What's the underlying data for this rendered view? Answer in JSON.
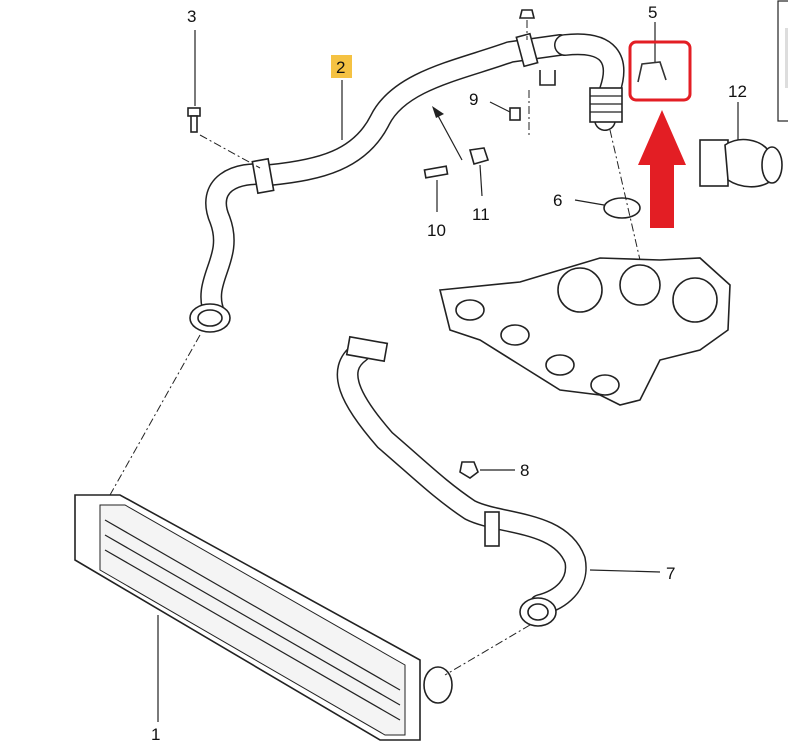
{
  "diagram": {
    "callouts": [
      "1",
      "2",
      "3",
      "5",
      "6",
      "7",
      "8",
      "9",
      "10",
      "11",
      "12"
    ],
    "highlighted_callout": "2",
    "highlight_color": "#f5c242",
    "annotation_color": "#e31e24",
    "annotation": {
      "target": "5",
      "shape": "rounded-box-with-up-arrow"
    }
  }
}
